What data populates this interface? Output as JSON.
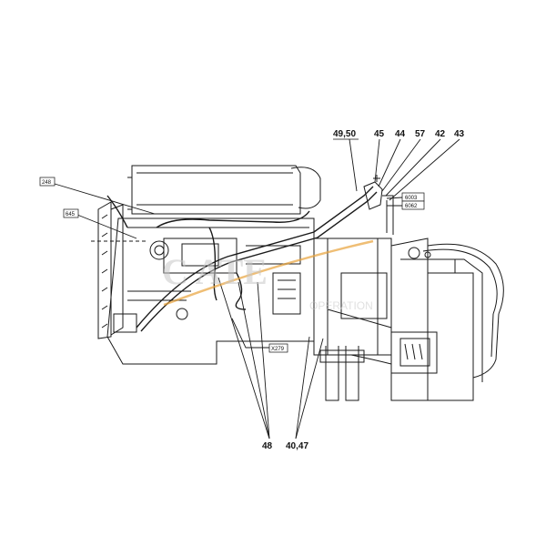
{
  "callouts": {
    "c4950": "49,50",
    "c45": "45",
    "c44": "44",
    "c57": "57",
    "c42": "42",
    "c43": "43",
    "c48": "48",
    "c4047": "40,47"
  },
  "tags": {
    "t248": "248",
    "t645": "645",
    "t6003": "6003",
    "t6062": "6062",
    "tX279": "X279"
  },
  "watermark": {
    "brand": "C  ATE",
    "sub": "OPERATION",
    "accent": "#e8a23a"
  }
}
